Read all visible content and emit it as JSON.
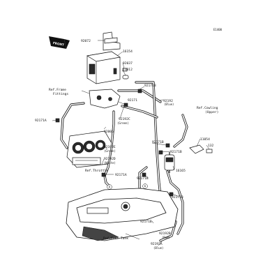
{
  "diagram_code": "E1400",
  "front_label": "FRONT",
  "callouts": {
    "p92072": "92072",
    "p16154": "16154",
    "p92037": "92037",
    "p11012": "11012",
    "p92171_top": "92171",
    "p92171B_top": "92171B",
    "p92192": "92192",
    "p92192_color": "(Blue)",
    "ref_frame_1": "Ref.Frame",
    "ref_frame_2": "Fittings",
    "p92171A_left": "92171A",
    "p92192C": "92192C",
    "p92192C_color": "(Green)",
    "p92171_mid": "92171",
    "p92006": "92006",
    "p92192E": "92192E",
    "p92192E_color": "(Green)",
    "p92192D": "92192D",
    "p92192D_color": "(White)",
    "ref_throttle": "Ref.Throttle",
    "p92171A_low": "92171A",
    "circle_a": "A",
    "ref_cowling_1": "Ref.Cowling",
    "ref_cowling_2": "(Upper)",
    "p92171B_a": "92171B",
    "p92171B_b": "92171B",
    "p11054": "11054",
    "p132": "132",
    "p16165": "16165",
    "p92171B_c": "92171B",
    "p92171B_d": "92171B",
    "p92171B_e": "92171B",
    "ref_fuel_tank": "Ref.Fuel Tank",
    "p92192A": "92192A",
    "p92192A_color": "(Blue)",
    "p92192B": "92192B",
    "p92192B_color": "(Red)"
  }
}
